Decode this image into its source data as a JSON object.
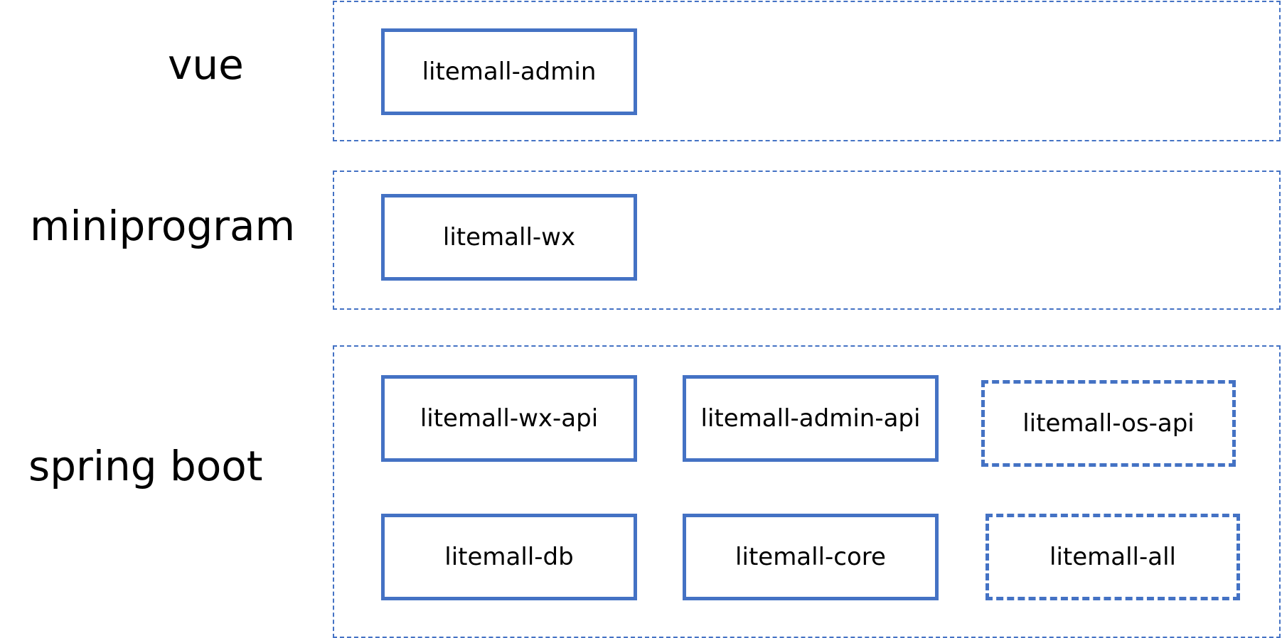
{
  "accent_color": "#4472c4",
  "layers": [
    {
      "label": "vue",
      "modules": [
        {
          "label": "litemall-admin",
          "style": "solid"
        }
      ]
    },
    {
      "label": "miniprogram",
      "modules": [
        {
          "label": "litemall-wx",
          "style": "solid"
        }
      ]
    },
    {
      "label": "spring boot",
      "modules": [
        {
          "label": "litemall-wx-api",
          "style": "solid"
        },
        {
          "label": "litemall-admin-api",
          "style": "solid"
        },
        {
          "label": "litemall-os-api",
          "style": "dashed"
        },
        {
          "label": "litemall-db",
          "style": "solid"
        },
        {
          "label": "litemall-core",
          "style": "solid"
        },
        {
          "label": "litemall-all",
          "style": "dashed"
        }
      ]
    }
  ]
}
